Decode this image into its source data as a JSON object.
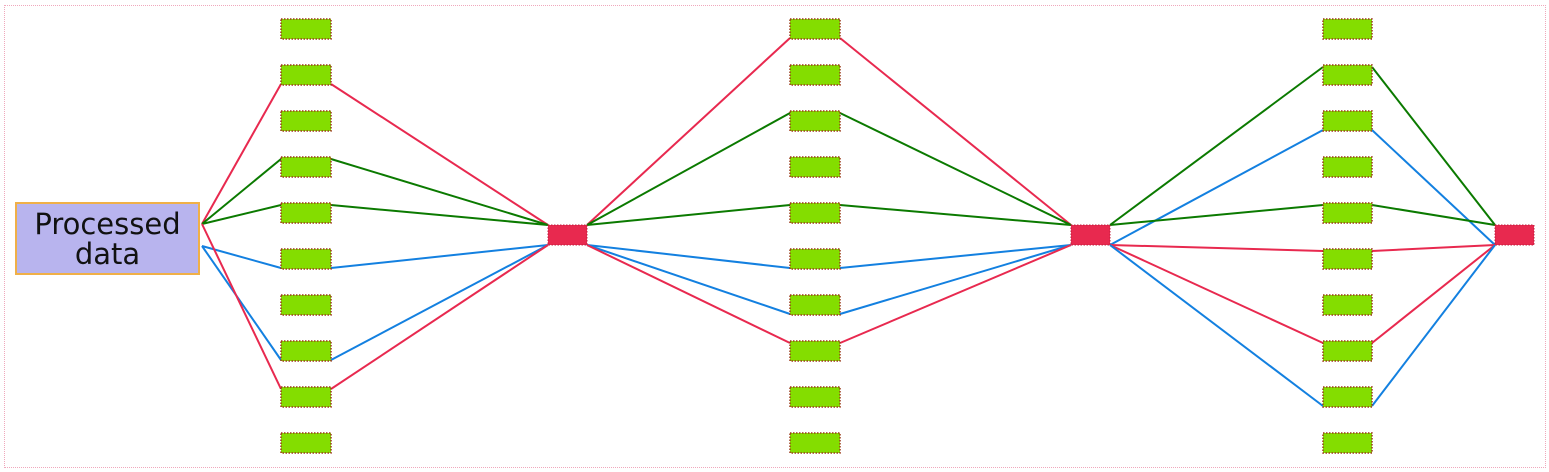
{
  "source": {
    "label": "Processed data"
  },
  "colors": {
    "node_fill": "#84dd00",
    "node_border": "#9a3a1a",
    "hub_fill": "#e8294f",
    "source_fill": "#b8b4ee",
    "source_border": "#f0b048",
    "frame_border": "#f0a8bc",
    "edge_red": "#e8294f",
    "edge_green": "#0b7a00",
    "edge_blue": "#1380e0"
  },
  "layers": [
    {
      "id": "column-1",
      "node_count": 10
    },
    {
      "id": "column-2",
      "node_count": 10
    },
    {
      "id": "column-3",
      "node_count": 10
    }
  ],
  "hubs": [
    "hub-1",
    "hub-2",
    "hub-3"
  ],
  "connections": [
    {
      "from": "source",
      "to": "column-1",
      "node": 1,
      "color": "red"
    },
    {
      "from": "source",
      "to": "column-1",
      "node": 3,
      "color": "green"
    },
    {
      "from": "source",
      "to": "column-1",
      "node": 4,
      "color": "green"
    },
    {
      "from": "source",
      "to": "column-1",
      "node": 5,
      "color": "blue"
    },
    {
      "from": "source",
      "to": "column-1",
      "node": 7,
      "color": "blue"
    },
    {
      "from": "source",
      "to": "column-1",
      "node": 8,
      "color": "red"
    },
    {
      "from": "hub-1",
      "to": "column-1",
      "node": 1,
      "color": "red"
    },
    {
      "from": "hub-1",
      "to": "column-1",
      "node": 3,
      "color": "green"
    },
    {
      "from": "hub-1",
      "to": "column-1",
      "node": 4,
      "color": "green"
    },
    {
      "from": "hub-1",
      "to": "column-1",
      "node": 5,
      "color": "blue"
    },
    {
      "from": "hub-1",
      "to": "column-1",
      "node": 7,
      "color": "blue"
    },
    {
      "from": "hub-1",
      "to": "column-1",
      "node": 8,
      "color": "red"
    },
    {
      "from": "hub-1",
      "to": "column-2",
      "node": 0,
      "color": "red"
    },
    {
      "from": "hub-1",
      "to": "column-2",
      "node": 2,
      "color": "green"
    },
    {
      "from": "hub-1",
      "to": "column-2",
      "node": 4,
      "color": "green"
    },
    {
      "from": "hub-1",
      "to": "column-2",
      "node": 5,
      "color": "blue"
    },
    {
      "from": "hub-1",
      "to": "column-2",
      "node": 6,
      "color": "blue"
    },
    {
      "from": "hub-1",
      "to": "column-2",
      "node": 7,
      "color": "red"
    },
    {
      "from": "hub-2",
      "to": "column-2",
      "node": 0,
      "color": "red"
    },
    {
      "from": "hub-2",
      "to": "column-2",
      "node": 2,
      "color": "green"
    },
    {
      "from": "hub-2",
      "to": "column-2",
      "node": 4,
      "color": "green"
    },
    {
      "from": "hub-2",
      "to": "column-2",
      "node": 5,
      "color": "blue"
    },
    {
      "from": "hub-2",
      "to": "column-2",
      "node": 6,
      "color": "blue"
    },
    {
      "from": "hub-2",
      "to": "column-2",
      "node": 7,
      "color": "red"
    },
    {
      "from": "hub-2",
      "to": "column-3",
      "node": 1,
      "color": "green"
    },
    {
      "from": "hub-2",
      "to": "column-3",
      "node": 2,
      "color": "blue"
    },
    {
      "from": "hub-2",
      "to": "column-3",
      "node": 4,
      "color": "green"
    },
    {
      "from": "hub-2",
      "to": "column-3",
      "node": 5,
      "color": "red"
    },
    {
      "from": "hub-2",
      "to": "column-3",
      "node": 7,
      "color": "red"
    },
    {
      "from": "hub-2",
      "to": "column-3",
      "node": 8,
      "color": "blue"
    },
    {
      "from": "hub-3",
      "to": "column-3",
      "node": 1,
      "color": "green"
    },
    {
      "from": "hub-3",
      "to": "column-3",
      "node": 2,
      "color": "blue"
    },
    {
      "from": "hub-3",
      "to": "column-3",
      "node": 4,
      "color": "green"
    },
    {
      "from": "hub-3",
      "to": "column-3",
      "node": 5,
      "color": "red"
    },
    {
      "from": "hub-3",
      "to": "column-3",
      "node": 7,
      "color": "red"
    },
    {
      "from": "hub-3",
      "to": "column-3",
      "node": 8,
      "color": "blue"
    }
  ]
}
